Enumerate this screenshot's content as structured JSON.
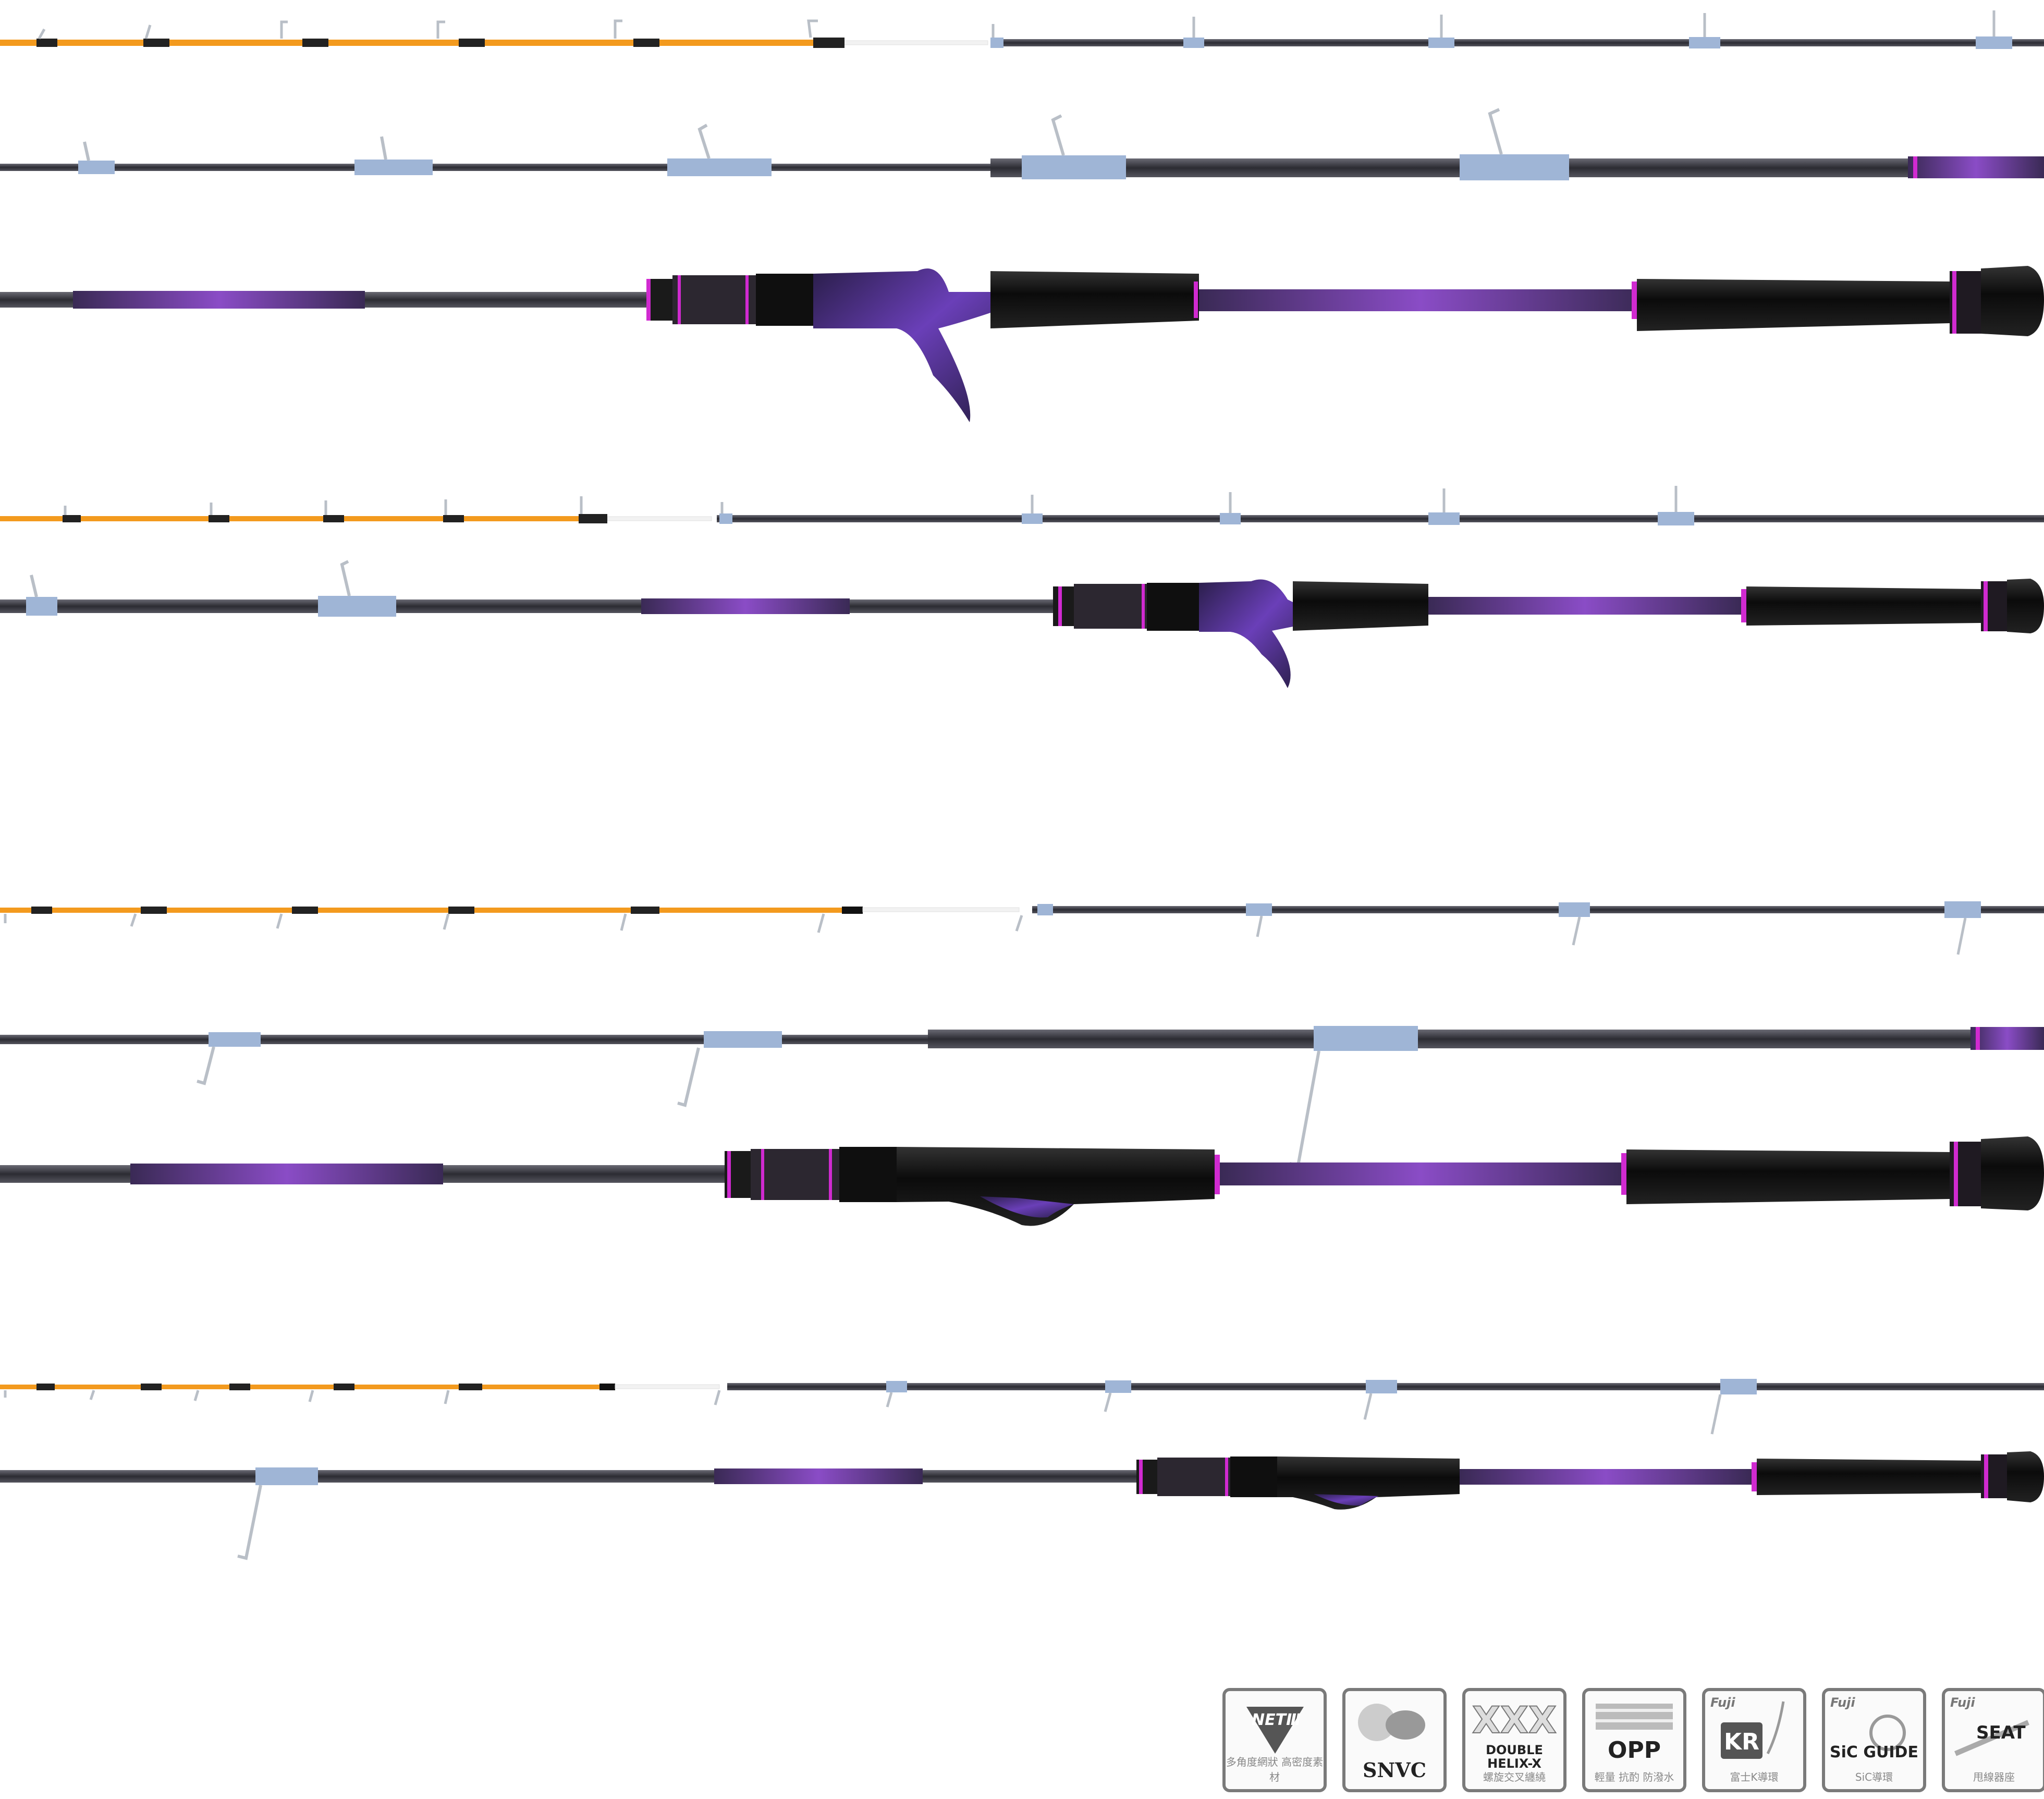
{
  "image": {
    "description_free": true,
    "colors": {
      "blank": "#3a3a44",
      "purple": "#7a3fb0",
      "tip": "#f39a1e",
      "wrap": "#9fb5d6",
      "grip": "#141414",
      "magenta": "#d02ad0",
      "guide": "#aab0b8",
      "clear_tip": "#eeeeee"
    }
  },
  "badges": [
    {
      "id": "nano",
      "label": "NETⅢ",
      "sub": "多角度網狀 高密度素材",
      "icon": "net-logo-icon"
    },
    {
      "id": "snvc",
      "label": "SNVC",
      "sub": "",
      "icon": "snvc-logo-icon"
    },
    {
      "id": "dhx",
      "label": "DOUBLE HELIX-X",
      "sub": "螺旋交叉纏繞",
      "icon": "xxx-logo-icon"
    },
    {
      "id": "opp",
      "label": "OPP",
      "sub": "輕量 抗酌 防潑水",
      "icon": "opp-logo-icon"
    },
    {
      "id": "kr",
      "brand": "Fuji",
      "label": "KR",
      "sub": "富士K導環",
      "icon": "kr-guide-logo-icon"
    },
    {
      "id": "sic",
      "brand": "Fuji",
      "label": "SiC GUIDE",
      "sub": "SiC導環",
      "icon": "sic-guide-logo-icon"
    },
    {
      "id": "seat",
      "brand": "Fuji",
      "label": "SEAT",
      "sub": "甩線器座",
      "icon": "reel-seat-logo-icon"
    }
  ]
}
